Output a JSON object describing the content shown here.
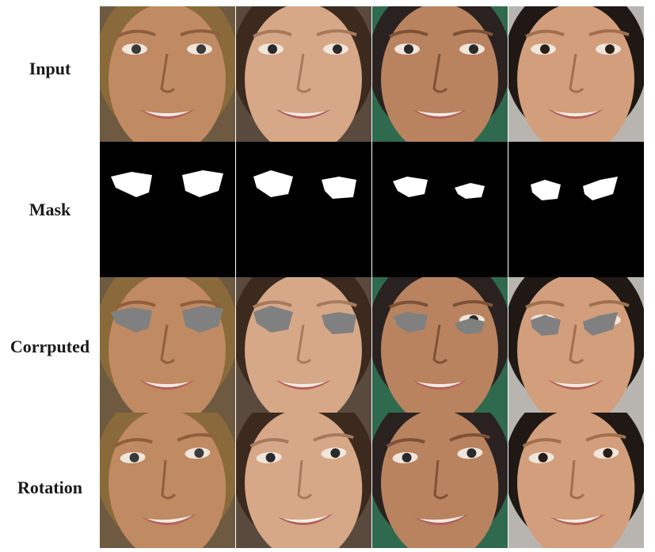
{
  "rows": [
    {
      "label": "Input"
    },
    {
      "label": "Mask"
    },
    {
      "label": "Corrputed"
    },
    {
      "label": "Rotation"
    }
  ],
  "columns": [
    {
      "skin": "#c08a62",
      "skin_dark": "#8e5e3e",
      "hair": "#8a6a3a",
      "bg": "#6e5a40",
      "eye": "#3a3a3a"
    },
    {
      "skin": "#d6a888",
      "skin_dark": "#a77a5e",
      "hair": "#3c2a1e",
      "bg": "#5a4a3e",
      "eye": "#2a2a2a"
    },
    {
      "skin": "#b9835f",
      "skin_dark": "#7e5238",
      "hair": "#2a2220",
      "bg": "#2f6a4e",
      "eye": "#2a2a2a"
    },
    {
      "skin": "#d29e7c",
      "skin_dark": "#a0704e",
      "hair": "#1f1814",
      "bg": "#b8b4b0",
      "eye": "#2a1f18"
    }
  ],
  "colors": {
    "mask_fill": "#ffffff",
    "mask_bg": "#000000",
    "corrupt_fill": "#808080",
    "lips": "#b5605a",
    "teeth": "#f4ece6"
  }
}
